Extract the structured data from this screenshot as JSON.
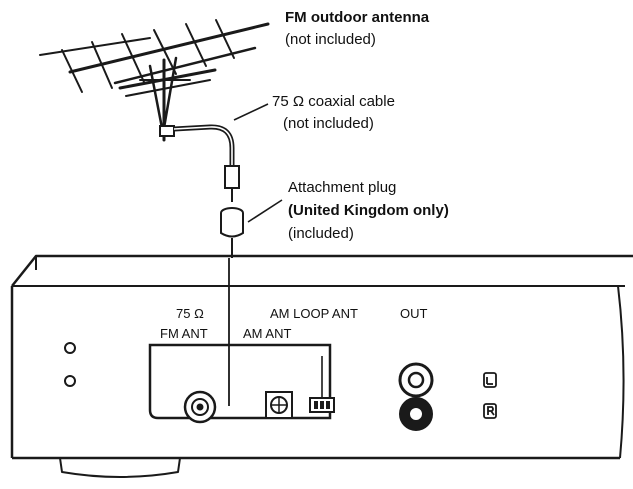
{
  "antenna": {
    "title": "FM outdoor antenna",
    "note": "(not included)"
  },
  "cable": {
    "label": "75 Ω coaxial cable",
    "note": "(not included)"
  },
  "plug": {
    "label": "Attachment plug",
    "region": "(United Kingdom only)",
    "note": "(included)"
  },
  "rear_panel": {
    "fm_impedance": "75 Ω",
    "fm_ant": "FM ANT",
    "am_loop": "AM LOOP ANT",
    "am_ant": "AM ANT",
    "out": "OUT"
  }
}
